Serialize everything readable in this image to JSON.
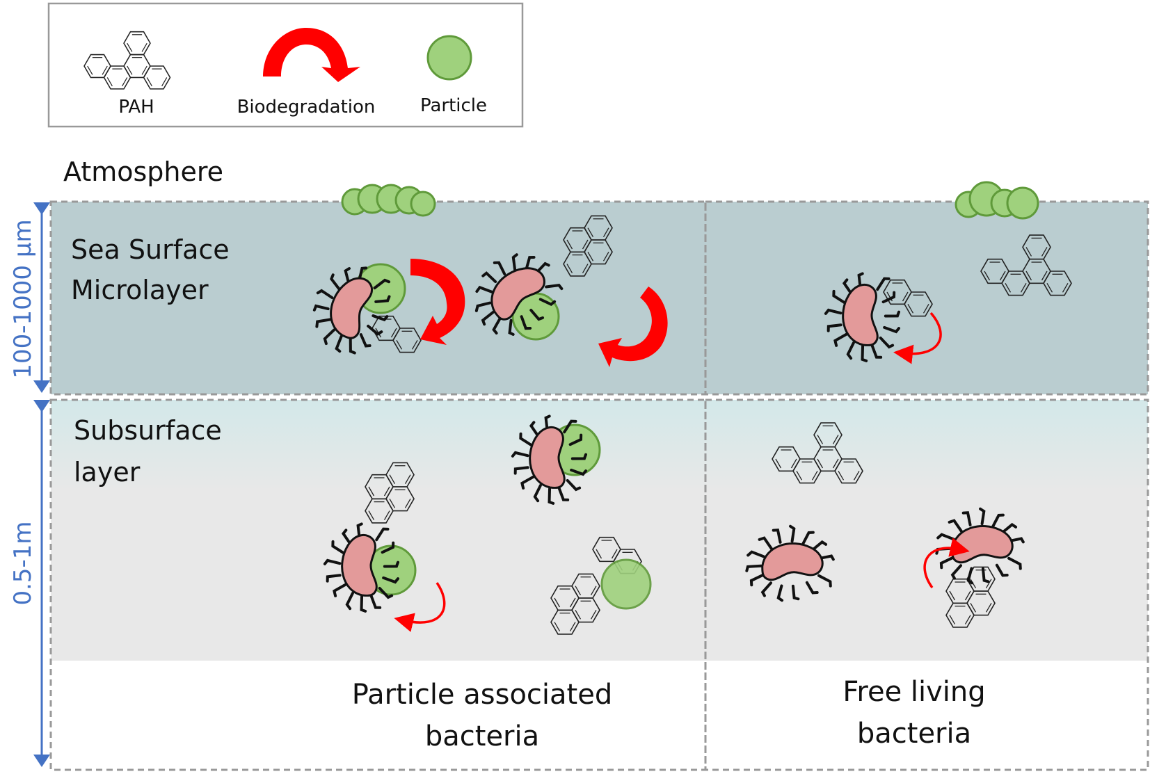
{
  "legend": {
    "pah_label": "PAH",
    "biodegradation_label": "Biodegradation",
    "particle_label": "Particle"
  },
  "layers": {
    "atmosphere": "Atmosphere",
    "microlayer_line1": "Sea Surface",
    "microlayer_line2": "Microlayer",
    "subsurface_line1": "Subsurface",
    "subsurface_line2": "layer"
  },
  "scale": {
    "microlayer_depth": "100-1000 µm",
    "subsurface_depth": "0.5-1m"
  },
  "columns": {
    "particle_line1": "Particle associated",
    "particle_line2": "bacteria",
    "free_line1": "Free living",
    "free_line2": "bacteria"
  },
  "colors": {
    "microlayer": "#bacdd0",
    "subsurface_top": "#d6e9ea",
    "subsurface_bottom": "#e8e8e8",
    "particle_fill": "#9fd17d",
    "particle_stroke": "#5f9a3a",
    "bacterium_fill": "#e39a9a",
    "arrow_red": "#ff0000",
    "scale_blue": "#4472c4",
    "border_gray": "#999999"
  }
}
